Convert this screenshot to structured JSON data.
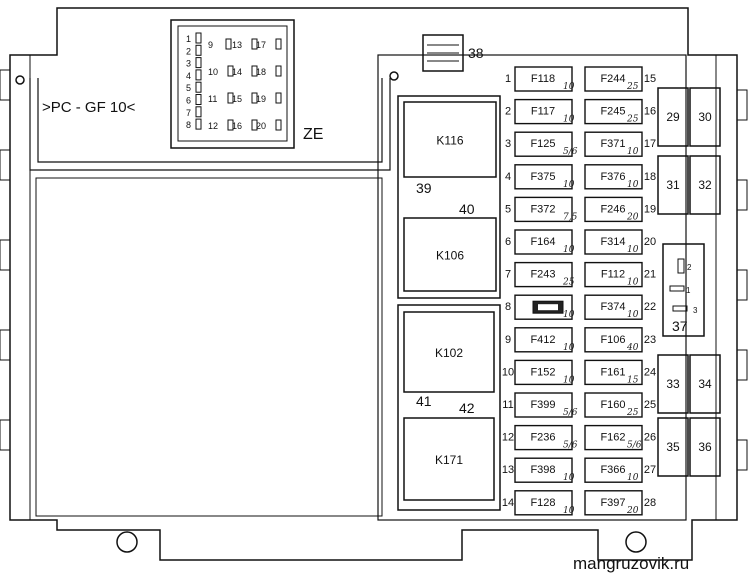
{
  "connector_label": ">PC - GF 10<",
  "ze_label": "ZE",
  "watermark": "mangruzovik.ru",
  "connector_pins": [
    "1",
    "2",
    "3",
    "4",
    "5",
    "6",
    "7",
    "8",
    "9",
    "10",
    "11",
    "12",
    "13",
    "14",
    "15",
    "16",
    "17",
    "18",
    "19",
    "20"
  ],
  "block_labels": {
    "b38": "38",
    "b39": "39",
    "b40": "40",
    "b41": "41",
    "b42": "42",
    "b37": "37"
  },
  "relays": [
    {
      "id": "k116",
      "label": "K116"
    },
    {
      "id": "k106",
      "label": "K106"
    },
    {
      "id": "k102",
      "label": "K102"
    },
    {
      "id": "k171",
      "label": "K171"
    }
  ],
  "small_relays": [
    "29",
    "30",
    "31",
    "32",
    "33",
    "34",
    "35",
    "36"
  ],
  "fuses_left": [
    {
      "pos": "1",
      "name": "F118",
      "rating": "10"
    },
    {
      "pos": "2",
      "name": "F117",
      "rating": "10"
    },
    {
      "pos": "3",
      "name": "F125",
      "rating": "5/6"
    },
    {
      "pos": "4",
      "name": "F375",
      "rating": "10"
    },
    {
      "pos": "5",
      "name": "F372",
      "rating": "7,5"
    },
    {
      "pos": "6",
      "name": "F164",
      "rating": "10"
    },
    {
      "pos": "7",
      "name": "F243",
      "rating": "25"
    },
    {
      "pos": "8",
      "name": "",
      "rating": "10"
    },
    {
      "pos": "9",
      "name": "F412",
      "rating": "10"
    },
    {
      "pos": "10",
      "name": "F152",
      "rating": "10"
    },
    {
      "pos": "11",
      "name": "F399",
      "rating": "5/6"
    },
    {
      "pos": "12",
      "name": "F236",
      "rating": "5/6"
    },
    {
      "pos": "13",
      "name": "F398",
      "rating": "10"
    },
    {
      "pos": "14",
      "name": "F128",
      "rating": "10"
    }
  ],
  "fuses_right": [
    {
      "pos": "15",
      "name": "F244",
      "rating": "25"
    },
    {
      "pos": "16",
      "name": "F245",
      "rating": "25"
    },
    {
      "pos": "17",
      "name": "F371",
      "rating": "10"
    },
    {
      "pos": "18",
      "name": "F376",
      "rating": "10"
    },
    {
      "pos": "19",
      "name": "F246",
      "rating": "20"
    },
    {
      "pos": "20",
      "name": "F314",
      "rating": "10"
    },
    {
      "pos": "21",
      "name": "F112",
      "rating": "10"
    },
    {
      "pos": "22",
      "name": "F374",
      "rating": "10"
    },
    {
      "pos": "23",
      "name": "F106",
      "rating": "40"
    },
    {
      "pos": "24",
      "name": "F161",
      "rating": "15"
    },
    {
      "pos": "25",
      "name": "F160",
      "rating": "25"
    },
    {
      "pos": "26",
      "name": "F162",
      "rating": "5/6"
    },
    {
      "pos": "27",
      "name": "F366",
      "rating": "10"
    },
    {
      "pos": "28",
      "name": "F397",
      "rating": "20"
    }
  ],
  "diode_pins": [
    "1",
    "2",
    "3"
  ]
}
